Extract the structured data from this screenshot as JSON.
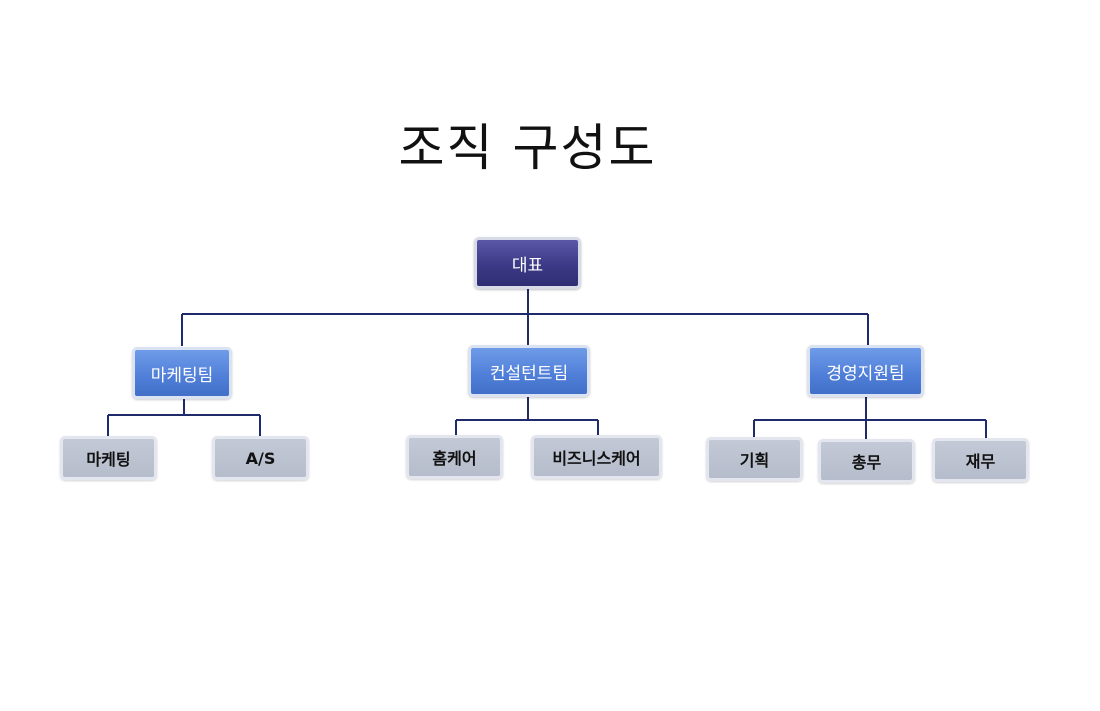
{
  "title": "조직 구성도",
  "org": {
    "root": {
      "label": "대표"
    },
    "teams": [
      {
        "label": "마케팅팀",
        "children": [
          {
            "label": "마케팅"
          },
          {
            "label": "A/S"
          }
        ]
      },
      {
        "label": "컨설턴트팀",
        "children": [
          {
            "label": "홈케어"
          },
          {
            "label": "비즈니스케어"
          }
        ]
      },
      {
        "label": "경영지원팀",
        "children": [
          {
            "label": "기획"
          },
          {
            "label": "총무"
          },
          {
            "label": "재무"
          }
        ]
      }
    ]
  },
  "colors": {
    "connector": "#1f2a6b",
    "root_fill": "#3c3a86",
    "team_fill": "#4f7ed8",
    "sub_fill": "#b5bccb"
  }
}
